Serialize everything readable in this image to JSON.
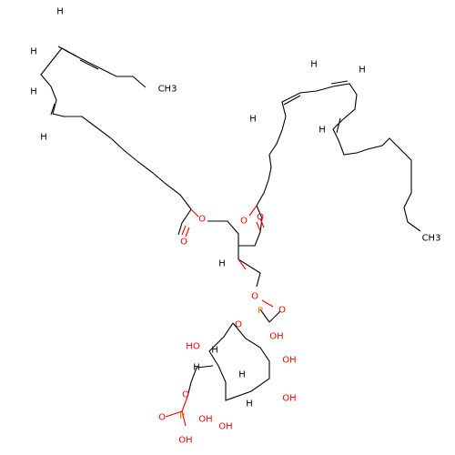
{
  "molecule": {
    "colors": {
      "carbon": "#000000",
      "oxygen": "#ff0000",
      "phosphorus": "#ff8000"
    },
    "labels": {
      "ch3_top": "CH3",
      "ch3_right": "CH3",
      "h_tl1": "H",
      "h_tl2": "H",
      "h_tl3": "H",
      "h_tl4": "H",
      "h_tr1": "H",
      "h_tr2": "H",
      "h_tr3": "H",
      "h_tr4": "H",
      "o_ester1_single": "O",
      "o_ester1_double": "O",
      "o_ester2_single": "O",
      "o_ester2_double": "O",
      "h_chiral_glycerol": "H",
      "o_phosphate_link1": "O",
      "p_phosphate1": "P",
      "o_p1_double": "O",
      "oh_p1": "OH",
      "o_phosphate_link2": "O",
      "oh_c2": "HO",
      "h_c2": "H",
      "oh_c3": "OH",
      "h_c3": "H",
      "oh_c4": "OH",
      "h_c4": "H",
      "oh_c5": "OH",
      "h_c6": "H",
      "o_phosphate_ring": "O",
      "p_phosphate2": "P",
      "o_p2_double": "O",
      "oh_p2_right": "OH",
      "oh_p2_bottom": "OH"
    }
  }
}
